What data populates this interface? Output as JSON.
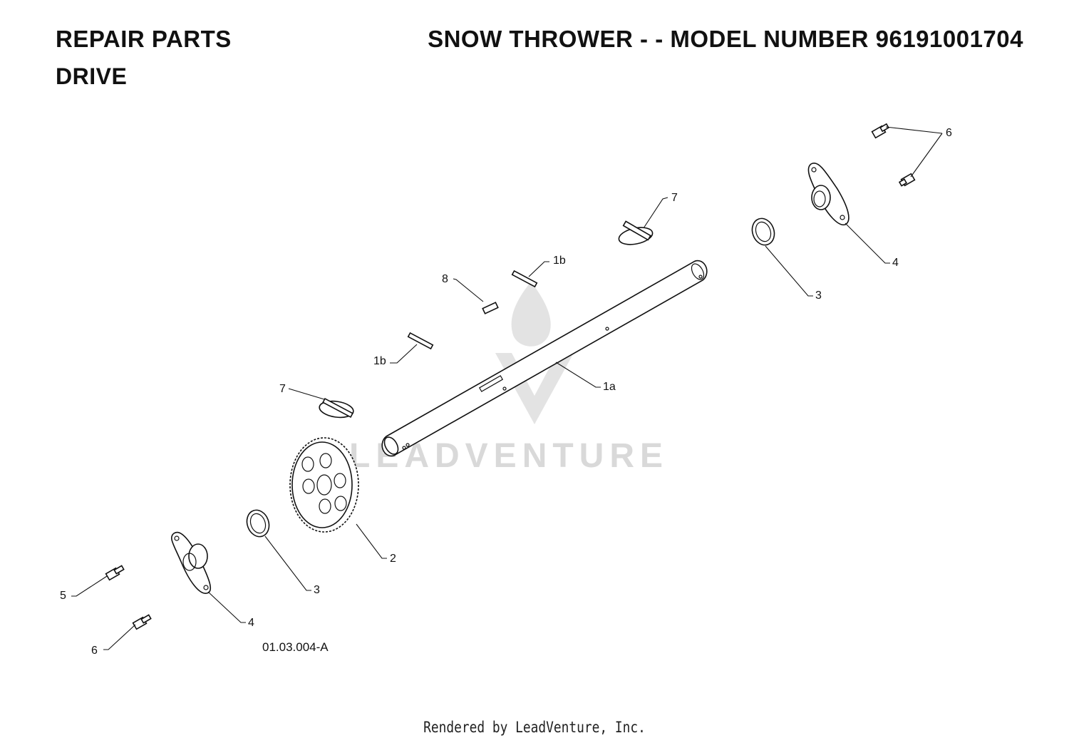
{
  "header": {
    "section": "REPAIR PARTS",
    "subsection": "DRIVE",
    "product": "SNOW THROWER - - MODEL NUMBER",
    "model_number": "96191001704"
  },
  "watermark": {
    "text": "LEADVENTURE",
    "logo_icon": "leadventure-flame-logo-icon"
  },
  "drawing_number": "01.03.004-A",
  "footer": "Rendered by LeadVenture, Inc.",
  "callouts": [
    {
      "id": "c6a",
      "label": "6"
    },
    {
      "id": "c7a",
      "label": "7"
    },
    {
      "id": "c1b-top",
      "label": "1b"
    },
    {
      "id": "c8",
      "label": "8"
    },
    {
      "id": "c4a",
      "label": "4"
    },
    {
      "id": "c3a",
      "label": "3"
    },
    {
      "id": "c1b-mid",
      "label": "1b"
    },
    {
      "id": "c1a",
      "label": "1a"
    },
    {
      "id": "c7b",
      "label": "7"
    },
    {
      "id": "c2",
      "label": "2"
    },
    {
      "id": "c3b",
      "label": "3"
    },
    {
      "id": "c5",
      "label": "5"
    },
    {
      "id": "c4b",
      "label": "4"
    },
    {
      "id": "c6b",
      "label": "6"
    }
  ],
  "colors": {
    "line": "#111111",
    "watermark": "#d9d9d9"
  }
}
